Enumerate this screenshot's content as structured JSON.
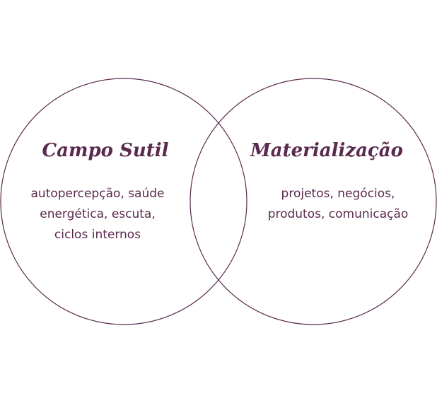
{
  "colors": {
    "accent": "#5a2a4e",
    "background": "#ffffff"
  },
  "left_circle": {
    "title": "Campo Sutil",
    "lines": [
      "autopercepção, saúde",
      "energética, escuta,",
      "ciclos internos"
    ]
  },
  "right_circle": {
    "title": "Materialização",
    "lines": [
      "projetos, negócios,",
      "produtos, comunicação"
    ]
  }
}
